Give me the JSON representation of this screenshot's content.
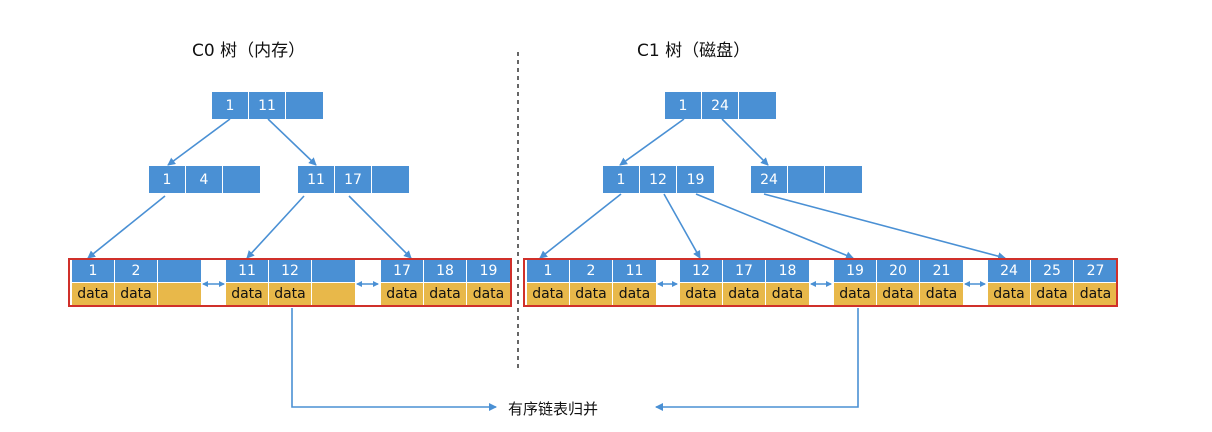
{
  "diagram": {
    "c0_title": "C0 树（内存）",
    "c1_title": "C1 树（磁盘）",
    "merge_label": "有序链表归并",
    "data_label": "data",
    "c0": {
      "root": [
        "1",
        "11",
        ""
      ],
      "level1": [
        [
          "1",
          "4",
          ""
        ],
        [
          "11",
          "17",
          ""
        ]
      ],
      "leaves": [
        {
          "keys": [
            "1",
            "2",
            ""
          ],
          "data": [
            "data",
            "data",
            ""
          ]
        },
        {
          "keys": [
            "11",
            "12",
            ""
          ],
          "data": [
            "data",
            "data",
            ""
          ]
        },
        {
          "keys": [
            "17",
            "18",
            "19"
          ],
          "data": [
            "data",
            "data",
            "data"
          ]
        }
      ]
    },
    "c1": {
      "root": [
        "1",
        "24",
        ""
      ],
      "level1": [
        [
          "1",
          "12",
          "19"
        ],
        [
          "24",
          "",
          ""
        ]
      ],
      "leaves": [
        {
          "keys": [
            "1",
            "2",
            "11"
          ],
          "data": [
            "data",
            "data",
            "data"
          ]
        },
        {
          "keys": [
            "12",
            "17",
            "18"
          ],
          "data": [
            "data",
            "data",
            "data"
          ]
        },
        {
          "keys": [
            "19",
            "20",
            "21"
          ],
          "data": [
            "data",
            "data",
            "data"
          ]
        },
        {
          "keys": [
            "24",
            "25",
            "27"
          ],
          "data": [
            "data",
            "data",
            "data"
          ]
        }
      ]
    },
    "colors": {
      "key_cell": "#4a90d4",
      "data_cell": "#e8b84a",
      "pointer_line": "#4a90d4",
      "frame": "#d0302a",
      "divider": "#333333"
    }
  }
}
